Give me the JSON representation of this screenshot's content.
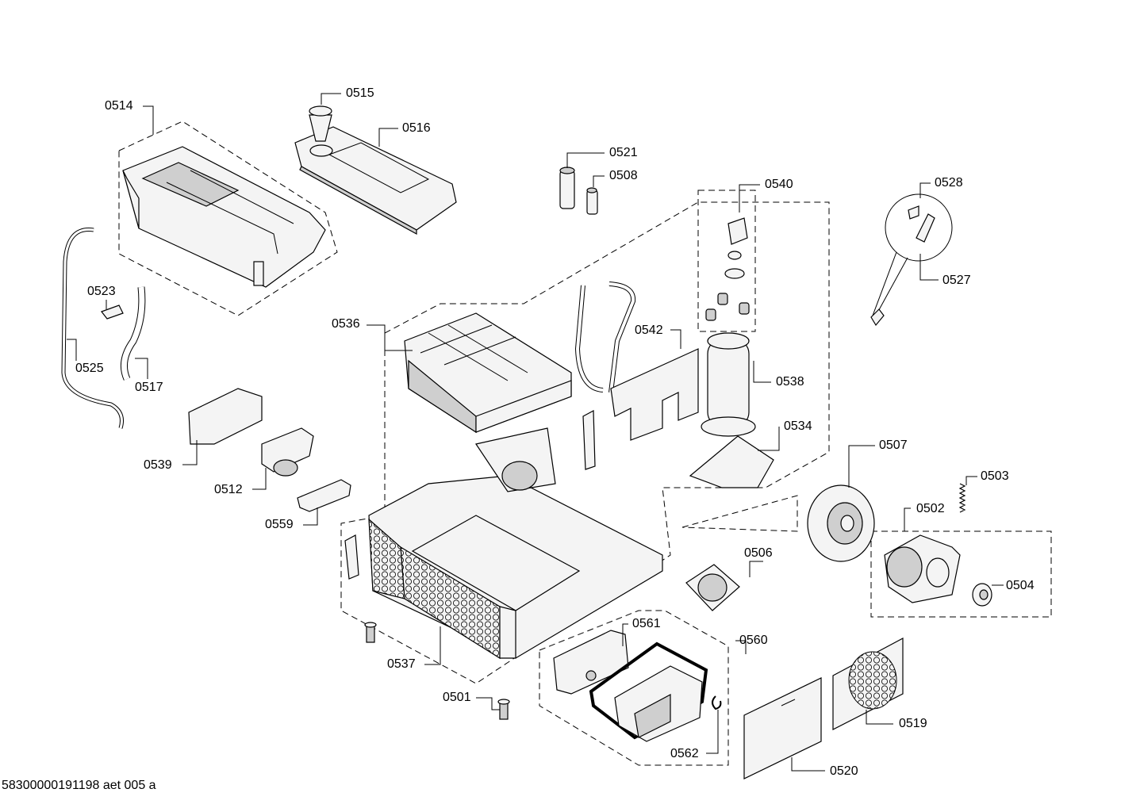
{
  "diagram": {
    "labels": [
      {
        "id": "0514",
        "text": "0514"
      },
      {
        "id": "0515",
        "text": "0515"
      },
      {
        "id": "0516",
        "text": "0516"
      },
      {
        "id": "0521",
        "text": "0521"
      },
      {
        "id": "0508",
        "text": "0508"
      },
      {
        "id": "0540",
        "text": "0540"
      },
      {
        "id": "0528",
        "text": "0528"
      },
      {
        "id": "0527",
        "text": "0527"
      },
      {
        "id": "0523",
        "text": "0523"
      },
      {
        "id": "0525",
        "text": "0525"
      },
      {
        "id": "0517",
        "text": "0517"
      },
      {
        "id": "0536",
        "text": "0536"
      },
      {
        "id": "0542",
        "text": "0542"
      },
      {
        "id": "0538",
        "text": "0538"
      },
      {
        "id": "0534",
        "text": "0534"
      },
      {
        "id": "0539",
        "text": "0539"
      },
      {
        "id": "0512",
        "text": "0512"
      },
      {
        "id": "0559",
        "text": "0559"
      },
      {
        "id": "0507",
        "text": "0507"
      },
      {
        "id": "0503",
        "text": "0503"
      },
      {
        "id": "0502",
        "text": "0502"
      },
      {
        "id": "0506",
        "text": "0506"
      },
      {
        "id": "0504",
        "text": "0504"
      },
      {
        "id": "0561",
        "text": "0561"
      },
      {
        "id": "0560",
        "text": "0560"
      },
      {
        "id": "0537",
        "text": "0537"
      },
      {
        "id": "0501",
        "text": "0501"
      },
      {
        "id": "0562",
        "text": "0562"
      },
      {
        "id": "0519",
        "text": "0519"
      },
      {
        "id": "0520",
        "text": "0520"
      }
    ],
    "footer": "58300000191198 aet 005 a"
  }
}
